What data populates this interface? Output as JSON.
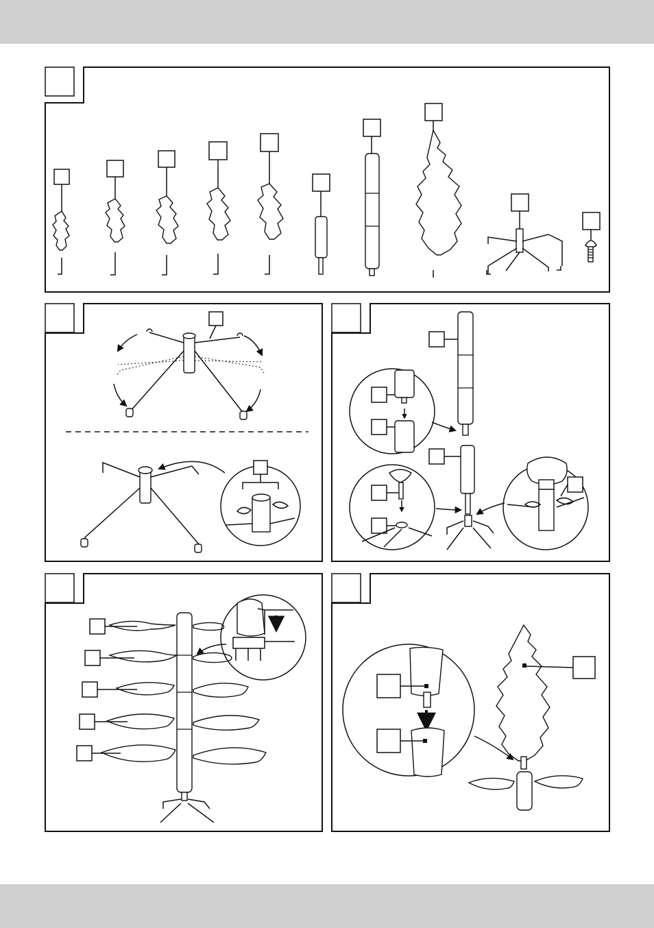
{
  "figure": {
    "panels": [
      {
        "id": "parts-overview",
        "step_label": ""
      },
      {
        "id": "stand-unfold",
        "step_label": ""
      },
      {
        "id": "pole-assembly",
        "step_label": ""
      },
      {
        "id": "branch-insertion",
        "step_label": ""
      },
      {
        "id": "tree-top",
        "step_label": ""
      }
    ],
    "callouts": [
      "",
      "",
      "",
      "",
      "",
      "",
      "",
      "",
      "",
      "",
      "",
      "",
      "",
      "",
      "",
      "",
      "",
      "",
      "",
      "",
      "",
      "",
      "",
      "",
      ""
    ]
  }
}
